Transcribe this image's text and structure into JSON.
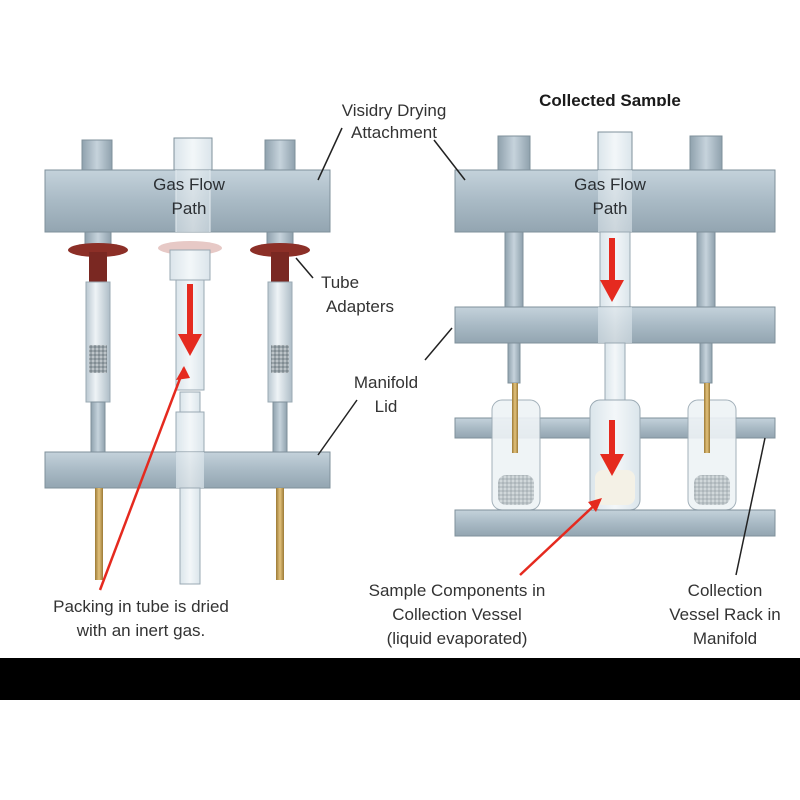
{
  "colors": {
    "manifold": "#a9b9c4",
    "manifold_light": "#c9d6de",
    "manifold_edge": "#7f909b",
    "arrow": "#e52a1f",
    "tube_cap": "#8c2f27",
    "gold_pin": "#c9a45a",
    "bottom_bar": "#000000"
  },
  "header": {
    "cut_off_title": "Collected Sample"
  },
  "left_diagram": {
    "top_attachment_line1": "Visidry Drying",
    "top_attachment_line2": "Attachment",
    "gas_flow_line1": "Gas Flow",
    "gas_flow_line2": "Path",
    "tube_adapters_line1": "Tube",
    "tube_adapters_line2": "Adapters",
    "manifold_lid_line1": "Manifold",
    "manifold_lid_line2": "Lid",
    "packing_line1": "Packing in tube is dried",
    "packing_line2": "with an inert gas."
  },
  "right_diagram": {
    "gas_flow_line1": "Gas Flow",
    "gas_flow_line2": "Path",
    "sample_line1": "Sample Components in",
    "sample_line2": "Collection Vessel",
    "sample_line3": "(liquid evaporated)",
    "rack_line1": "Collection",
    "rack_line2": "Vessel Rack in",
    "rack_line3": "Manifold"
  }
}
